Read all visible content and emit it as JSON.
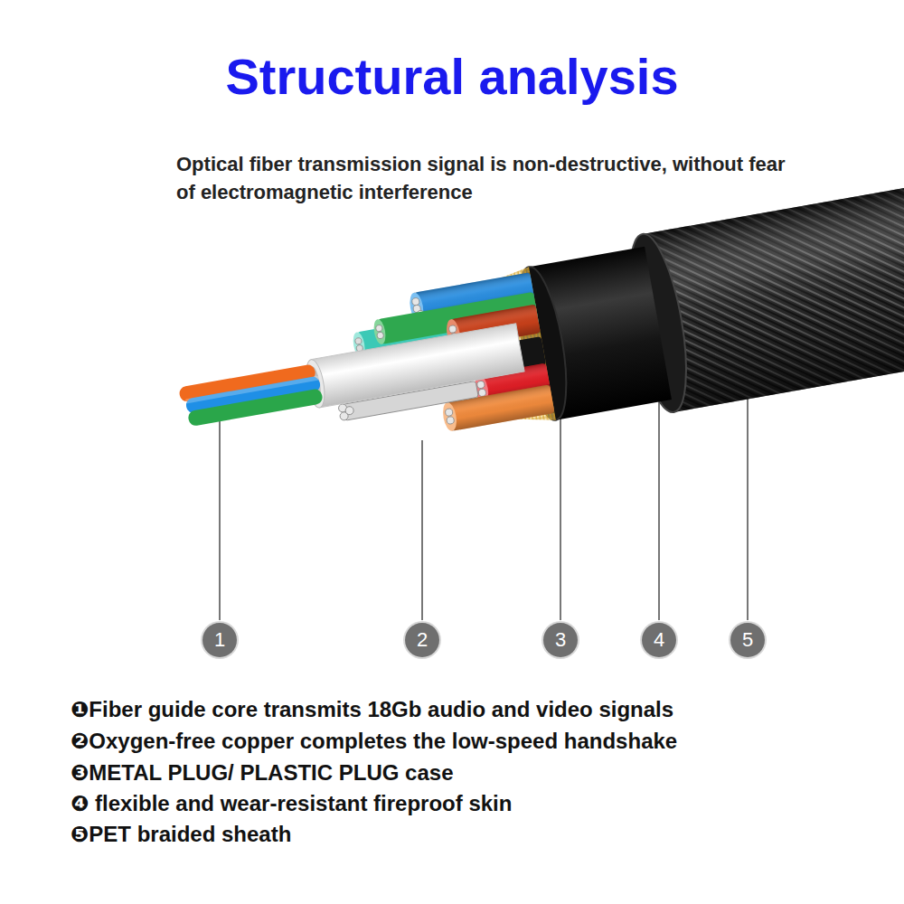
{
  "diagram": {
    "title": "Structural analysis",
    "nodes": [
      {
        "text": [
          "1"
        ]
      },
      {
        "text": [
          "2"
        ]
      },
      {
        "text": [
          "3"
        ]
      },
      {
        "text": [
          "4"
        ]
      },
      {
        "text": [
          "5"
        ]
      }
    ],
    "labels": [
      "Optical fiber transmission signal is non-destructive, without fear of electromagnetic interference",
      "❶Fiber guide core transmits 18Gb audio and video signals",
      "❷Oxygen-free copper completes the low-speed handshake",
      "❸METAL PLUG/ PLASTIC PLUG case",
      "❹ flexible and wear-resistant fireproof skin",
      "❺PET braided sheath"
    ]
  }
}
